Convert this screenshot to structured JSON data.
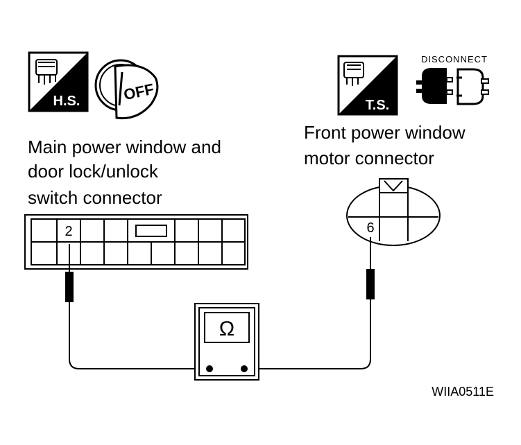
{
  "icons": {
    "hs_label": "H.S.",
    "off_label": "OFF",
    "ts_label": "T.S.",
    "disconnect_label": "DISCONNECT"
  },
  "labels": {
    "main_switch": [
      "Main power window and",
      "door lock/unlock",
      "switch connector"
    ],
    "front_motor": [
      "Front power window",
      "motor connector"
    ]
  },
  "terminals": {
    "main": "2",
    "front": "6"
  },
  "meter": {
    "symbol": "Ω"
  },
  "figure_code": "WIIA0511E",
  "colors": {
    "ink": "#000000",
    "paper": "#ffffff"
  }
}
